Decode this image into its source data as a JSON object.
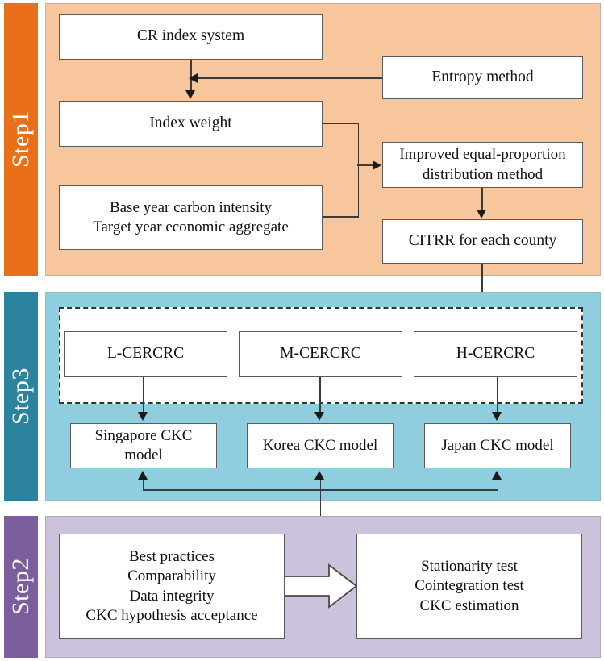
{
  "figure": {
    "type": "flowchart",
    "title": "",
    "steps": [
      {
        "id": "step1",
        "label": "Step1",
        "bar_color": "#E8701A",
        "panel_color": "#F7C69D",
        "nodes": [
          {
            "id": "cr-index-system",
            "label": "CR index system"
          },
          {
            "id": "entropy-method",
            "label": "Entropy method"
          },
          {
            "id": "index-weight",
            "label": "Index weight"
          },
          {
            "id": "improved-equal-proportion",
            "label": "Improved equal-proportion\ndistribution method"
          },
          {
            "id": "base-year-inputs",
            "label": "Base year carbon intensity\nTarget year economic aggregate"
          },
          {
            "id": "citrr-each-county",
            "label": "CITRR for each county"
          }
        ]
      },
      {
        "id": "step3",
        "label": "Step3",
        "bar_color": "#2C839D",
        "panel_color": "#8FCEDE",
        "nodes": [
          {
            "id": "l-cercrc",
            "label": "L-CERCRC"
          },
          {
            "id": "m-cercrc",
            "label": "M-CERCRC"
          },
          {
            "id": "h-cercrc",
            "label": "H-CERCRC"
          },
          {
            "id": "singapore-ckc-model",
            "label": "Singapore CKC\nmodel"
          },
          {
            "id": "korea-ckc-model",
            "label": "Korea CKC model"
          },
          {
            "id": "japan-ckc-model",
            "label": "Japan CKC model"
          }
        ]
      },
      {
        "id": "step2",
        "label": "Step2",
        "bar_color": "#7C5E9E",
        "panel_color": "#CDC2DC",
        "nodes": [
          {
            "id": "criteria-list",
            "label": "Best practices\nComparability\nData integrity\nCKC hypothesis acceptance"
          },
          {
            "id": "tests-list",
            "label": "Stationarity test\nCointegration test\nCKC estimation"
          }
        ]
      }
    ],
    "connectors": [
      {
        "from": "cr-index-system",
        "to": "index-weight",
        "kind": "arrow-down"
      },
      {
        "from": "entropy-method",
        "to": "index-weight-link",
        "kind": "arrow-left"
      },
      {
        "from": "index-weight",
        "to": "improved-equal-proportion",
        "kind": "arrow-right"
      },
      {
        "from": "base-year-inputs",
        "to": "improved-equal-proportion",
        "kind": "arrow-right"
      },
      {
        "from": "improved-equal-proportion",
        "to": "citrr-each-county",
        "kind": "arrow-down"
      },
      {
        "from": "citrr-each-county",
        "to": "dashed-group",
        "kind": "arrow-down"
      },
      {
        "from": "l-cercrc",
        "to": "singapore-ckc-model",
        "kind": "arrow-down"
      },
      {
        "from": "m-cercrc",
        "to": "korea-ckc-model",
        "kind": "arrow-down"
      },
      {
        "from": "h-cercrc",
        "to": "japan-ckc-model",
        "kind": "arrow-down"
      },
      {
        "from": "criteria-list",
        "to": "tests-list",
        "kind": "block-arrow-right"
      },
      {
        "from": "step2",
        "to": "ckc-models",
        "kind": "arrow-up-bus"
      }
    ]
  }
}
